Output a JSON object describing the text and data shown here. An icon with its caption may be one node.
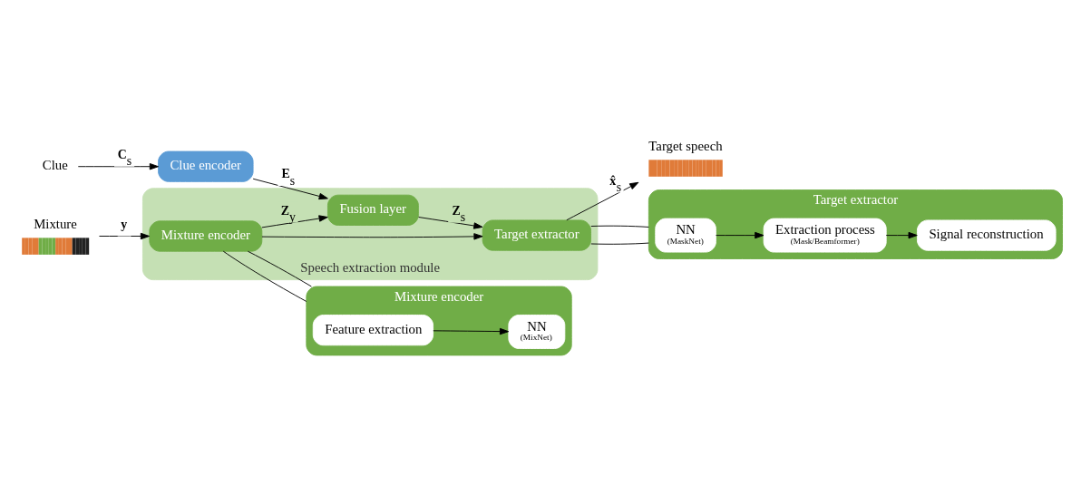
{
  "diagram": {
    "nodes": [
      {
        "text": [
          "Clue"
        ]
      },
      {
        "text": [
          "Clue encoder"
        ]
      },
      {
        "text": [],
        "shape": "picture",
        "beside": [
          "Mixture"
        ]
      },
      {
        "text": [
          "Speech extraction module"
        ]
      },
      {
        "text": [
          "Mixture encoder"
        ],
        "in": 3
      },
      {
        "text": [
          "Fusion layer"
        ],
        "in": 3
      },
      {
        "text": [
          "Target extractor"
        ],
        "in": 3
      },
      {
        "text": [],
        "shape": "picture",
        "beside": [
          "Target speech"
        ]
      },
      {
        "text": [
          "Mixture encoder"
        ]
      },
      {
        "text": [
          "Feature extraction"
        ],
        "in": 8
      },
      {
        "text": [
          "NN",
          "(MixNet)"
        ],
        "in": 8
      },
      {
        "text": [
          "Target extractor"
        ]
      },
      {
        "text": [
          "NN",
          "(MaskNet)"
        ],
        "in": 11
      },
      {
        "text": [
          "Extraction process",
          "(Mask/Beamformer)"
        ],
        "in": 11
      },
      {
        "text": [
          "Signal reconstruction"
        ],
        "in": 11
      }
    ],
    "edges": [
      {
        "from": 0,
        "to": 1,
        "arrow": "to",
        "label": "**C**$_{s}$"
      },
      {
        "from": 1,
        "to": 5,
        "arrow": "to",
        "label": "**E**$_{s}$"
      },
      {
        "from": 2,
        "to": 4,
        "arrow": "to",
        "label": "**y**"
      },
      {
        "from": 4,
        "to": 5,
        "arrow": "to",
        "label": "**Z**$_{y}$"
      },
      {
        "from": 5,
        "to": 6,
        "arrow": "to",
        "label": "**Z**$_{s}$"
      },
      {
        "from": 4,
        "to": 6,
        "arrow": "to"
      },
      {
        "from": 6,
        "to": 7,
        "arrow": "to",
        "label": "**x̂**$_{s}$"
      },
      {
        "from": 4,
        "to": 8,
        "arrow": "none"
      },
      {
        "from": 4,
        "to": 8,
        "arrow": "none"
      },
      {
        "from": 6,
        "to": 11,
        "arrow": "none"
      },
      {
        "from": 6,
        "to": 11,
        "arrow": "none"
      },
      {
        "from": 9,
        "to": 10,
        "arrow": "to"
      },
      {
        "from": 12,
        "to": 13,
        "arrow": "to"
      },
      {
        "from": 13,
        "to": 14,
        "arrow": "to"
      }
    ]
  }
}
